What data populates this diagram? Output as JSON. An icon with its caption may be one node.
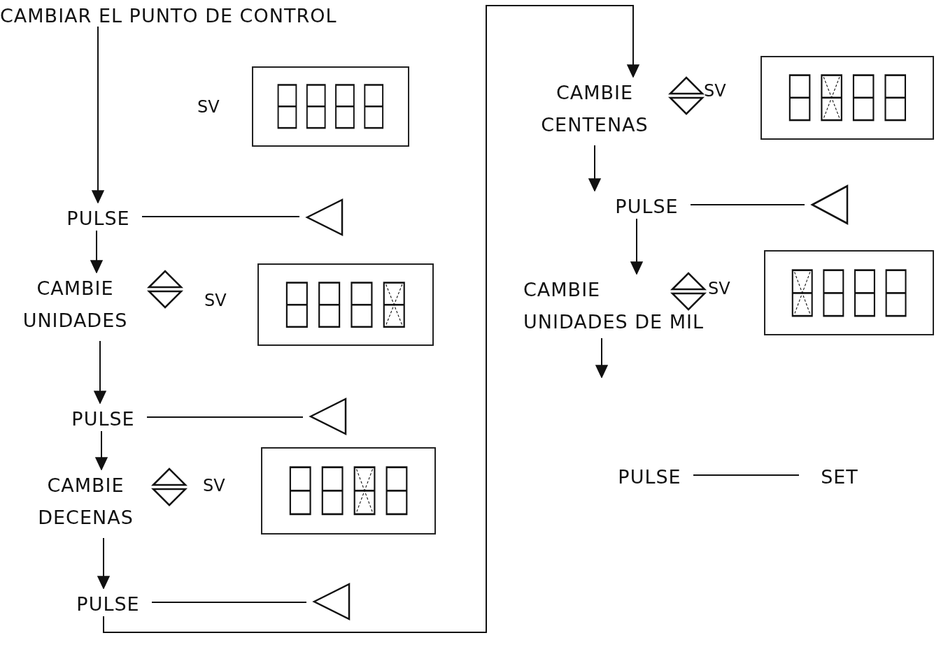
{
  "diagram": {
    "nodes": [
      {
        "text": [
          "CAMBIAR EL PUNTO DE CONTROL"
        ]
      },
      {
        "text": [],
        "shape": "box"
      },
      {
        "text": [
          "PULSE"
        ]
      },
      {
        "text": [],
        "shape": "triangle"
      },
      {
        "text": [
          "CAMBIE",
          "UNIDADES"
        ]
      },
      {
        "text": [],
        "shape": "box"
      },
      {
        "text": [
          "PULSE"
        ]
      },
      {
        "text": [],
        "shape": "triangle"
      },
      {
        "text": [
          "CAMBIE",
          "DECENAS"
        ]
      },
      {
        "text": [],
        "shape": "box"
      },
      {
        "text": [
          "PULSE"
        ]
      },
      {
        "text": [],
        "shape": "triangle"
      },
      {
        "text": [
          "CAMBIE",
          "CENTENAS"
        ]
      },
      {
        "text": [],
        "shape": "box"
      },
      {
        "text": [
          "PULSE"
        ]
      },
      {
        "text": [],
        "shape": "triangle"
      },
      {
        "text": [
          "CAMBIE",
          "UNIDADES DE MIL"
        ]
      },
      {
        "text": [],
        "shape": "box"
      },
      {
        "text": [
          "PULSE"
        ]
      },
      {
        "text": [
          "SET"
        ]
      }
    ],
    "edges": [
      {
        "from": 0,
        "to": 2,
        "arrow": "to"
      },
      {
        "from": 2,
        "to": 4,
        "arrow": "to"
      },
      {
        "from": 4,
        "to": 6,
        "arrow": "to"
      },
      {
        "from": 6,
        "to": 8,
        "arrow": "to"
      },
      {
        "from": 8,
        "to": 10,
        "arrow": "to"
      },
      {
        "from": 10,
        "to": 12,
        "arrow": "to"
      },
      {
        "from": 12,
        "to": 14,
        "arrow": "to"
      },
      {
        "from": 14,
        "to": 16,
        "arrow": "to"
      },
      {
        "from": 16,
        "to": null,
        "arrow": "to"
      },
      {
        "from": 2,
        "to": 3,
        "arrow": "none"
      },
      {
        "from": 6,
        "to": 7,
        "arrow": "none"
      },
      {
        "from": 10,
        "to": 11,
        "arrow": "none"
      },
      {
        "from": 14,
        "to": 15,
        "arrow": "none"
      },
      {
        "from": 18,
        "to": 19,
        "arrow": "none"
      }
    ],
    "labels": [
      "SV",
      "SV",
      "SV",
      "SV",
      "SV"
    ]
  }
}
